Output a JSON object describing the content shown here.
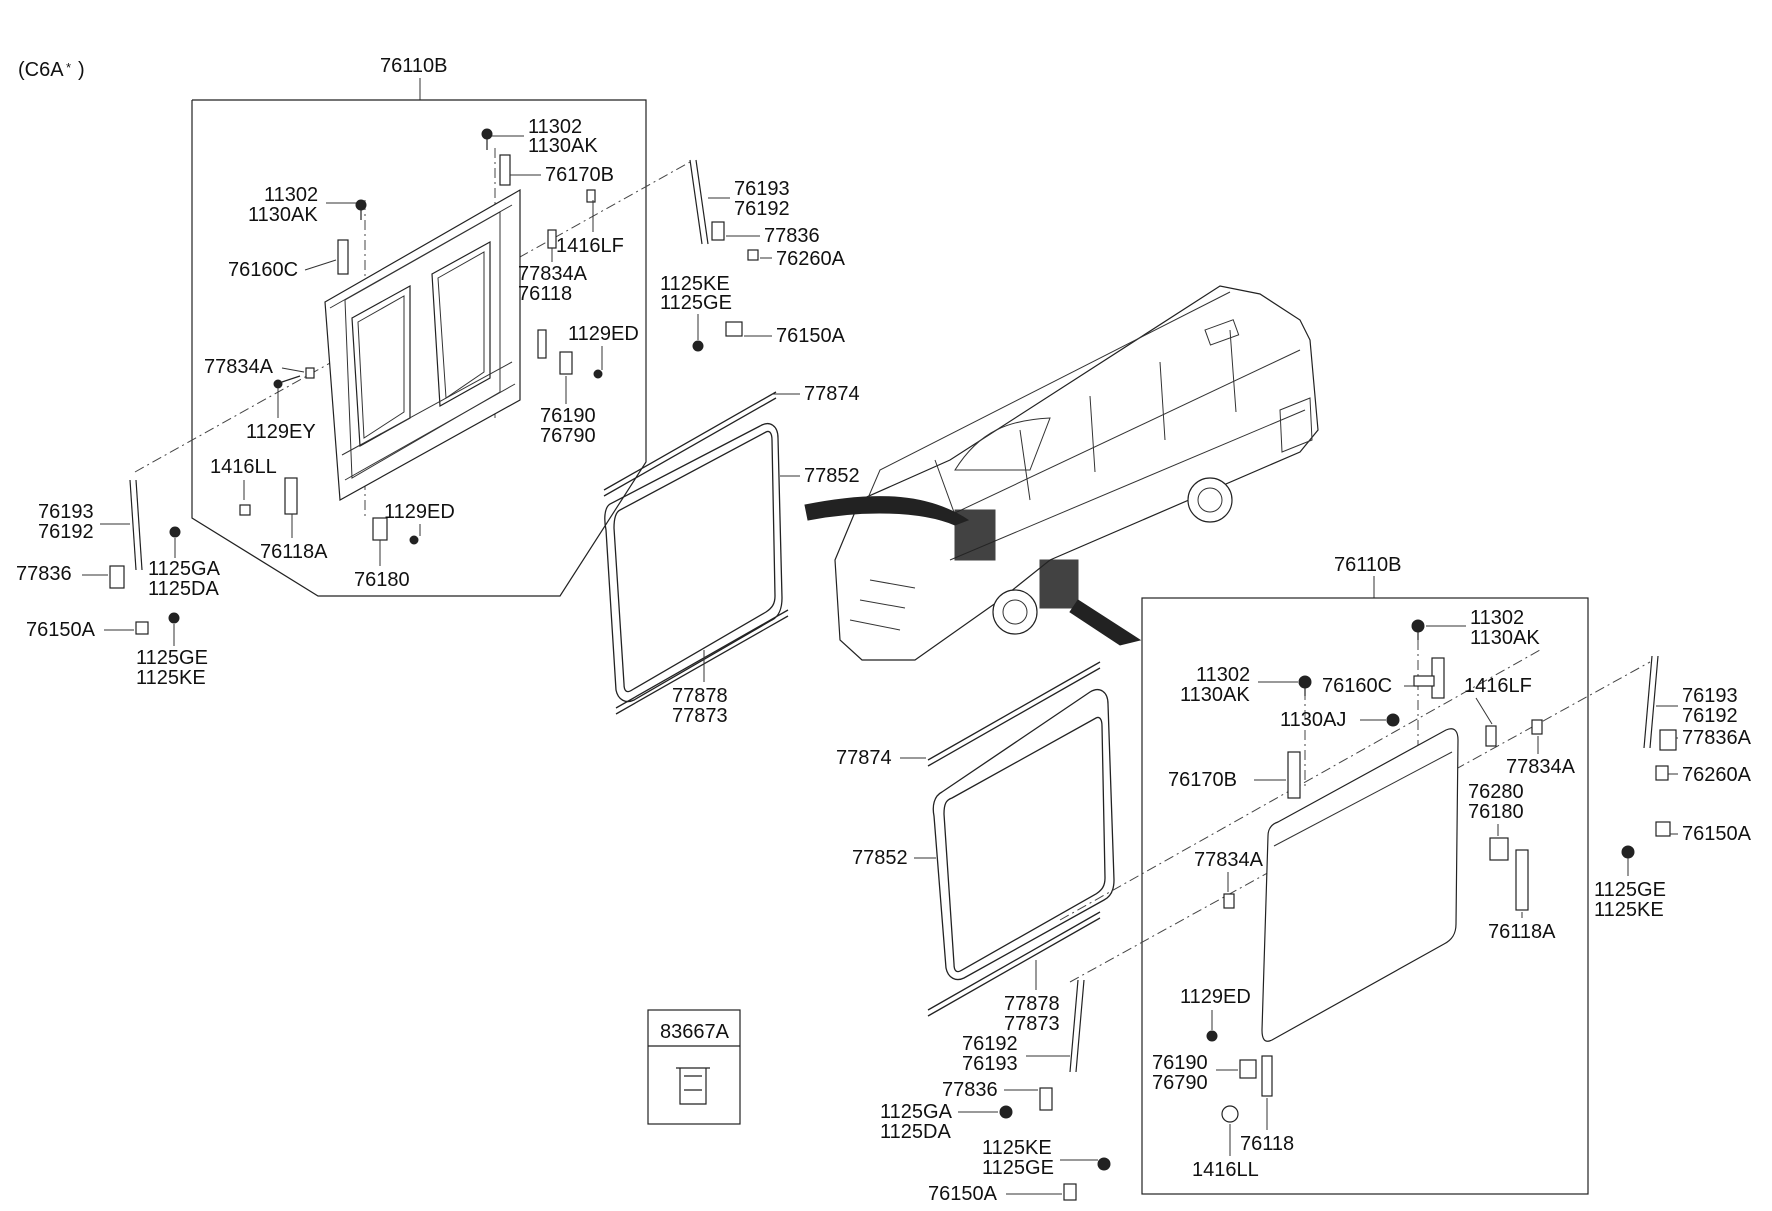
{
  "header": {
    "variant": "(C6A",
    "variant_mark": "*",
    "variant_close": ")"
  },
  "left_assembly": {
    "title": "76110B",
    "labels": {
      "l1": "11302",
      "l2": "1130AK",
      "l3": "76170B",
      "l4": "11302",
      "l5": "1130AK",
      "l6": "1416LF",
      "l7": "76160C",
      "l8": "77834A",
      "l9": "76118",
      "l10": "1129ED",
      "l11": "77834A",
      "l12": "76190",
      "l13": "76790",
      "l14": "1129EY",
      "l15": "1416LL",
      "l16": "1129ED",
      "l17": "76118A",
      "l18": "76180"
    }
  },
  "left_outside": {
    "labels": {
      "a1": "76193",
      "a2": "76192",
      "a3": "77836",
      "a4": "76260A",
      "a5": "1125KE",
      "a6": "1125GE",
      "a7": "76150A",
      "b1": "76193",
      "b2": "76192",
      "b3": "77836",
      "b4": "1125GA",
      "b5": "1125DA",
      "b6": "76150A",
      "b7": "1125GE",
      "b8": "1125KE"
    }
  },
  "seals_upper": {
    "s1": "77874",
    "s2": "77852",
    "s3": "77878",
    "s4": "77873"
  },
  "seals_lower": {
    "s1": "77874",
    "s2": "77852",
    "s3": "77878",
    "s4": "77873"
  },
  "right_assembly": {
    "title": "76110B",
    "labels": {
      "r1": "11302",
      "r2": "1130AK",
      "r3": "11302",
      "r4": "1130AK",
      "r5": "76160C",
      "r6": "1416LF",
      "r7": "1130AJ",
      "r8": "76170B",
      "r9": "77834A",
      "r10": "76280",
      "r11": "76180",
      "r12": "77834A",
      "r13": "76118A",
      "r14": "1129ED",
      "r15": "76190",
      "r16": "76790",
      "r17": "76118",
      "r18": "1416LL"
    }
  },
  "right_outside": {
    "labels": {
      "c1": "76193",
      "c2": "76192",
      "c3": "77836A",
      "c4": "76260A",
      "c5": "76150A",
      "c6": "1125GE",
      "c7": "1125KE"
    }
  },
  "lower_center": {
    "labels": {
      "d1": "76192",
      "d2": "76193",
      "d3": "77836",
      "d4": "1125GA",
      "d5": "1125DA",
      "d6": "1125KE",
      "d7": "1125GE",
      "d8": "76150A"
    }
  },
  "clip_box": {
    "label": "83667A"
  }
}
